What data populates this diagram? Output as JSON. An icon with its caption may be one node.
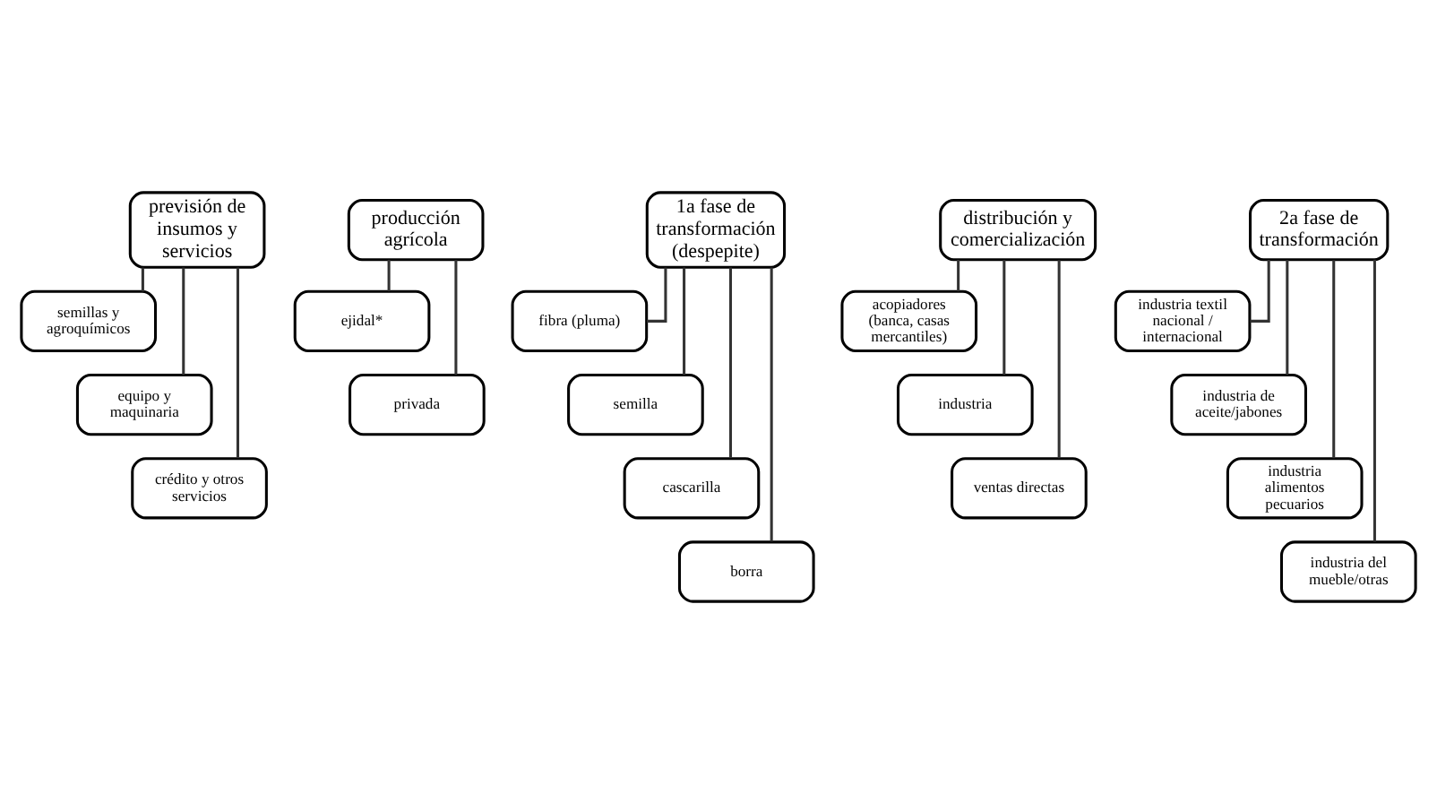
{
  "diagram": {
    "nodes": [
      {
        "text": [
          "previsión de insumos y servicios"
        ]
      },
      {
        "text": [
          "semillas y agroquímicos"
        ]
      },
      {
        "text": [
          "equipo y maquinaria"
        ]
      },
      {
        "text": [
          "crédito y otros servicios"
        ]
      },
      {
        "text": [
          "producción agrícola"
        ]
      },
      {
        "text": [
          "ejidal*"
        ]
      },
      {
        "text": [
          "privada"
        ]
      },
      {
        "text": [
          "1a fase de transformación (despepite)"
        ]
      },
      {
        "text": [
          "fibra (pluma)"
        ]
      },
      {
        "text": [
          "semilla"
        ]
      },
      {
        "text": [
          "cascarilla"
        ]
      },
      {
        "text": [
          "borra"
        ]
      },
      {
        "text": [
          "distribución y comercialización"
        ]
      },
      {
        "text": [
          "acopiadores (banca, casas mercantiles)"
        ]
      },
      {
        "text": [
          "industria"
        ]
      },
      {
        "text": [
          "ventas directas"
        ]
      },
      {
        "text": [
          "2a fase de transformación"
        ]
      },
      {
        "text": [
          "industria textil nacional / internacional"
        ]
      },
      {
        "text": [
          "industria de aceite/jabones"
        ]
      },
      {
        "text": [
          "industria alimentos pecuarios"
        ]
      },
      {
        "text": [
          "industria del mueble/otras"
        ]
      }
    ],
    "edges": [
      {
        "from": 0,
        "to": 1,
        "arrow": "none"
      },
      {
        "from": 0,
        "to": 2,
        "arrow": "none"
      },
      {
        "from": 0,
        "to": 3,
        "arrow": "none"
      },
      {
        "from": 4,
        "to": 5,
        "arrow": "none"
      },
      {
        "from": 4,
        "to": 6,
        "arrow": "none"
      },
      {
        "from": 7,
        "to": 8,
        "arrow": "none"
      },
      {
        "from": 7,
        "to": 9,
        "arrow": "none"
      },
      {
        "from": 7,
        "to": 10,
        "arrow": "none"
      },
      {
        "from": 7,
        "to": 11,
        "arrow": "none"
      },
      {
        "from": 12,
        "to": 13,
        "arrow": "none"
      },
      {
        "from": 12,
        "to": 14,
        "arrow": "none"
      },
      {
        "from": 12,
        "to": 15,
        "arrow": "none"
      },
      {
        "from": 16,
        "to": 17,
        "arrow": "none"
      },
      {
        "from": 16,
        "to": 18,
        "arrow": "none"
      },
      {
        "from": 16,
        "to": 19,
        "arrow": "none"
      },
      {
        "from": 16,
        "to": 20,
        "arrow": "none"
      }
    ]
  }
}
